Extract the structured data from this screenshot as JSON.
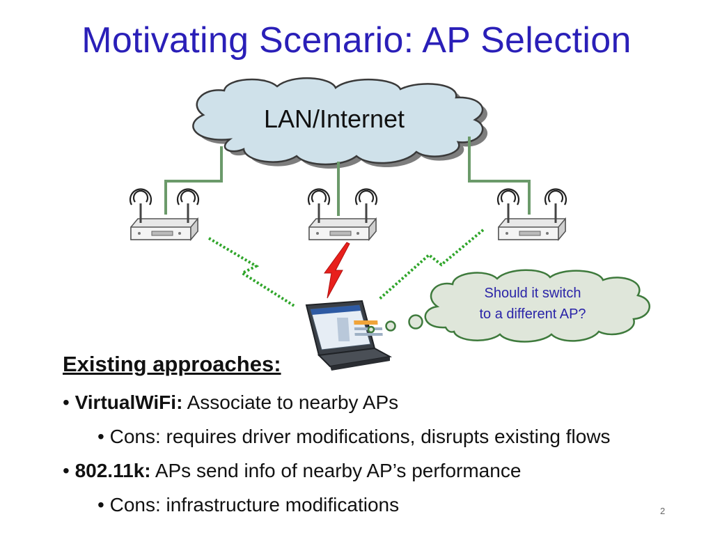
{
  "slide": {
    "title": "Motivating Scenario: AP Selection",
    "page_number": "2"
  },
  "diagram": {
    "cloud_label": "LAN/Internet",
    "thought_bubble": {
      "line1": "Should it switch",
      "line2": "to a different AP?"
    },
    "access_points": [
      "ap-left",
      "ap-center",
      "ap-right"
    ],
    "device": "laptop-icon",
    "links": {
      "wired_color": "#6b9a6a",
      "active_wireless_color": "#e8201c",
      "candidate_wireless_color": "#2fa52a"
    },
    "colors": {
      "cloud_fill": "#cfe1ea",
      "thought_fill": "#dfe6da",
      "thought_stroke": "#3e7a3c"
    }
  },
  "content": {
    "heading": "Existing approaches:",
    "bullet_glyph": "•",
    "items": [
      {
        "term": "VirtualWiFi:",
        "text": " Associate to nearby APs"
      },
      {
        "sub": "Cons: requires driver modifications, disrupts existing flows"
      },
      {
        "term": "802.11k:",
        "text": " APs send info of nearby AP’s performance"
      },
      {
        "sub": "Cons: infrastructure modifications"
      }
    ]
  }
}
